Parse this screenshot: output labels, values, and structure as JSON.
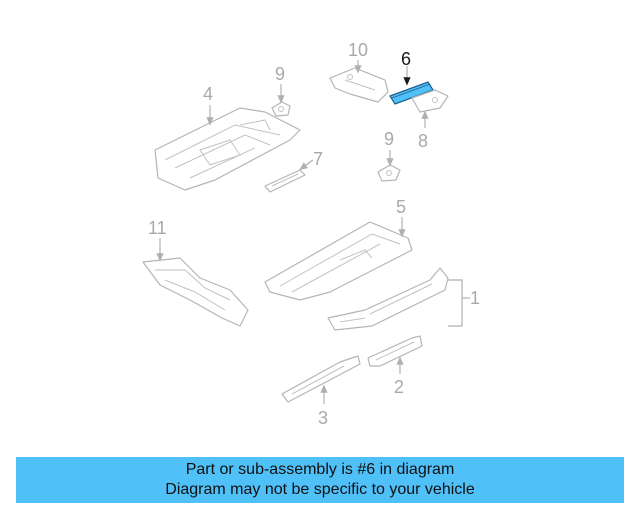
{
  "diagram": {
    "callouts": {
      "c1": "1",
      "c2": "2",
      "c3": "3",
      "c4": "4",
      "c5": "5",
      "c6": "6",
      "c7": "7",
      "c8": "8",
      "c9a": "9",
      "c9b": "9",
      "c10": "10",
      "c11": "11"
    },
    "highlighted_part": "6",
    "highlight_color": "#4fc0f8"
  },
  "banner": {
    "line1": "Part or sub-assembly is #6 in diagram",
    "line2": "Diagram may not be specific to your vehicle",
    "color": "#4fc0f8"
  }
}
